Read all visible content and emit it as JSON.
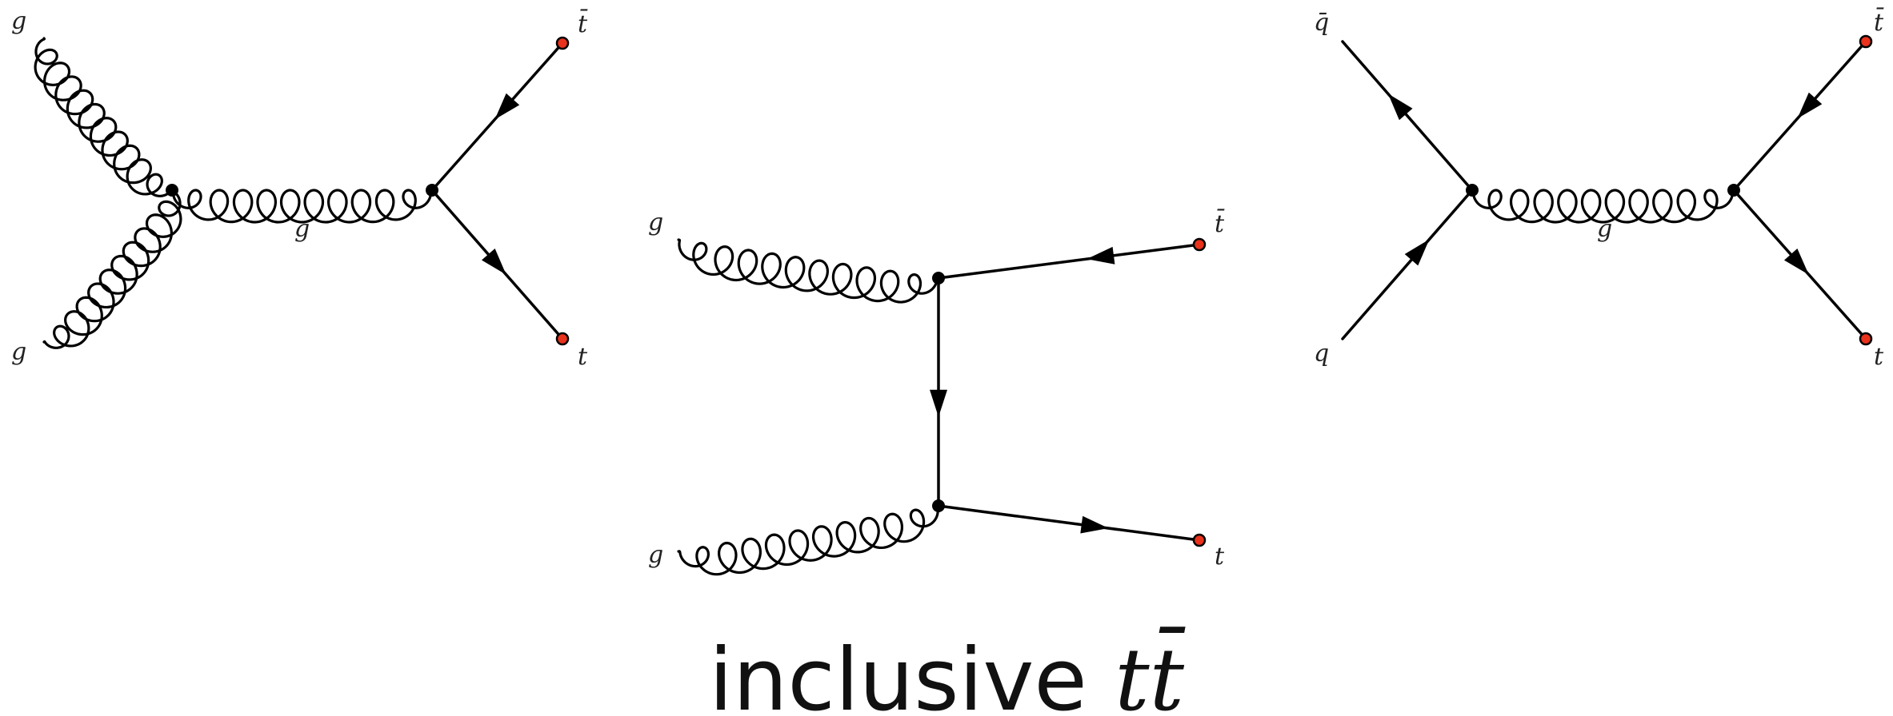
{
  "diagrams": [
    {
      "id": "s-channel-gluon-fusion",
      "labels": {
        "in_top": "g",
        "in_bottom": "g",
        "propagator": "g",
        "out_top": "t̄",
        "out_bottom": "t"
      }
    },
    {
      "id": "t-channel-gluon-fusion",
      "labels": {
        "in_top": "g",
        "in_bottom": "g",
        "out_top": "t̄",
        "out_bottom": "t"
      }
    },
    {
      "id": "s-channel-quark-annihilation",
      "labels": {
        "in_top": "q̄",
        "in_bottom": "q",
        "propagator": "g",
        "out_top": "t̄",
        "out_bottom": "t"
      }
    }
  ],
  "caption": {
    "prefix": "inclusive ",
    "math": "tt̄"
  },
  "colors": {
    "line": "#000000",
    "external_top": "#e8321c",
    "background": "#ffffff"
  }
}
